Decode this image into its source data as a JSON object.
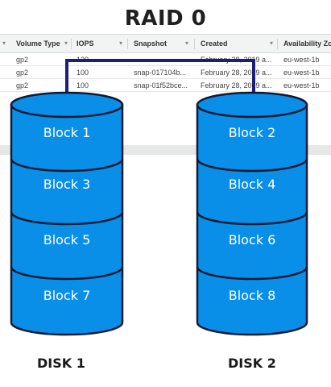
{
  "title": "RAID 0",
  "console": {
    "columns": [
      "Volume Type",
      "IOPS",
      "Snapshot",
      "Created",
      "Availability Zo"
    ],
    "rows": [
      [
        "gp2",
        "120",
        "",
        "February 28, 2019 a...",
        "eu-west-1b"
      ],
      [
        "gp2",
        "100",
        "snap-017104b...",
        "February 28, 2019 a...",
        "eu-west-1b"
      ],
      [
        "gp2",
        "100",
        "snap-01f52bce...",
        "February 28, 2019 a...",
        "eu-west-1b"
      ]
    ]
  },
  "disks": [
    {
      "label": "DISK 1",
      "blocks": [
        "Block 1",
        "Block 3",
        "Block 5",
        "Block 7"
      ]
    },
    {
      "label": "DISK 2",
      "blocks": [
        "Block 2",
        "Block 4",
        "Block 6",
        "Block 8"
      ]
    }
  ],
  "colors": {
    "cylinder": "#0a8fe8",
    "outline": "#111a33",
    "connector": "#1c1f7a"
  }
}
